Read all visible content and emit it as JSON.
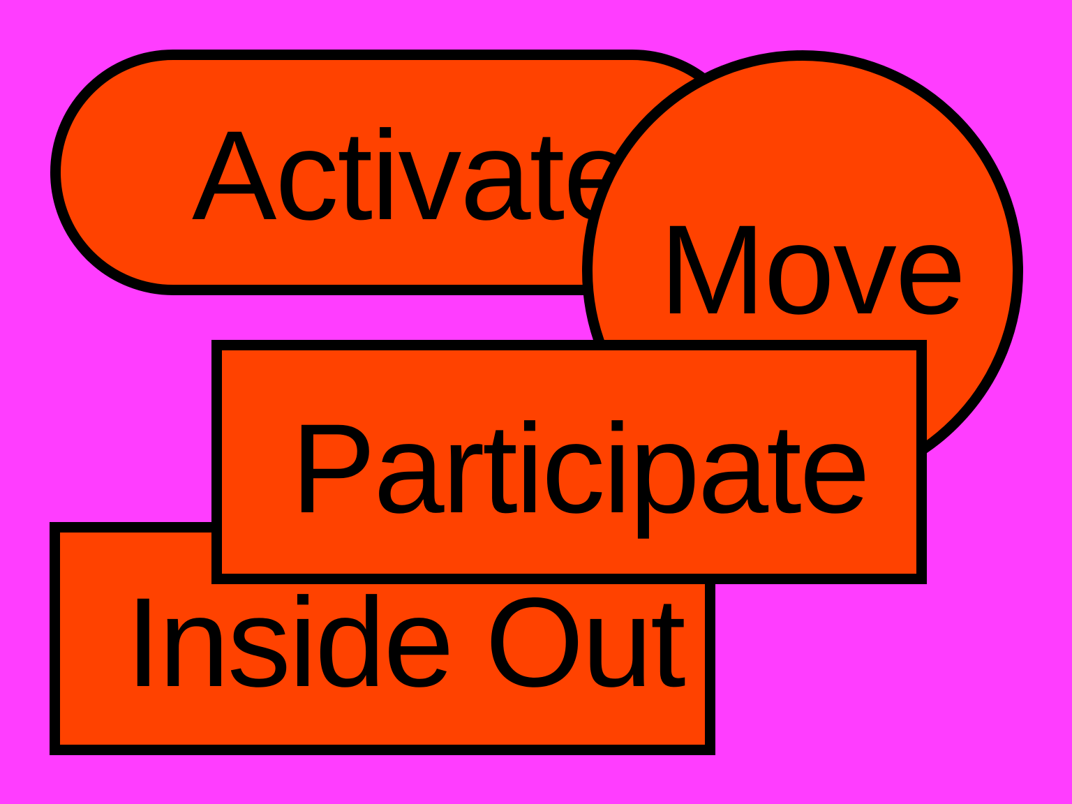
{
  "colors": {
    "background": "#FF3DFF",
    "shape_fill": "#FF4200",
    "outline": "#000000",
    "text": "#000000"
  },
  "shapes": {
    "pill": {
      "label": "Activate"
    },
    "circle": {
      "label": "Move"
    },
    "rect_top": {
      "label": "Participate"
    },
    "rect_bottom": {
      "label": "Inside Out"
    }
  }
}
